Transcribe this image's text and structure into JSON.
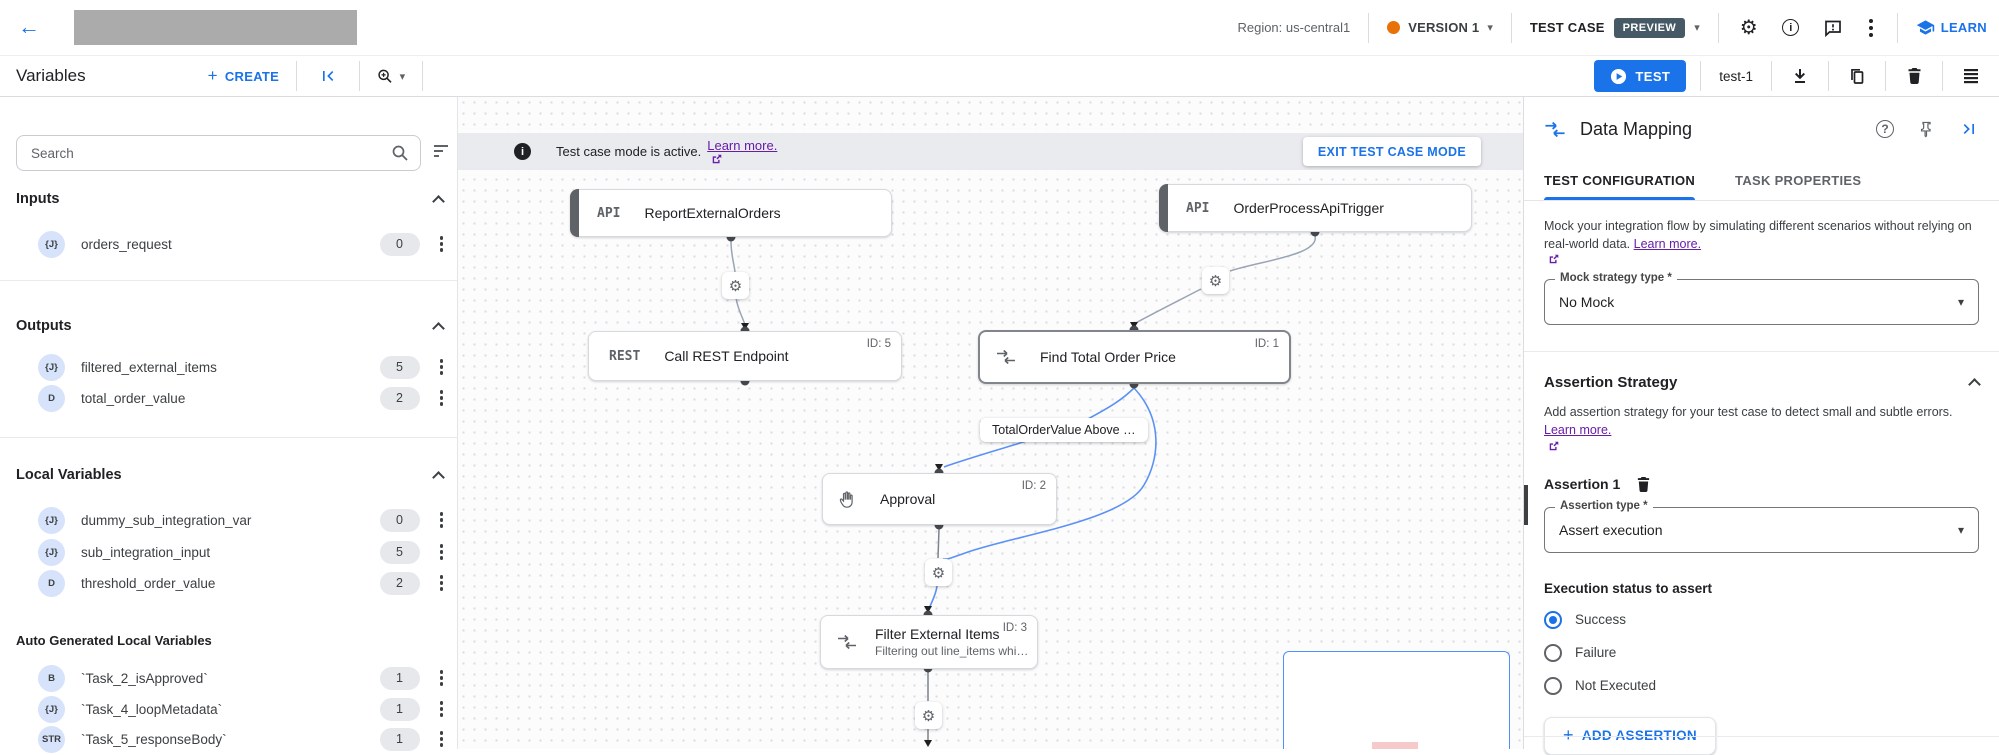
{
  "topbar": {
    "region": "Region: us-central1",
    "version": "VERSION 1",
    "test_case": "TEST CASE",
    "preview": "PREVIEW",
    "learn": "LEARN"
  },
  "toolbar": {
    "title": "Variables",
    "create": "CREATE",
    "test": "TEST",
    "test_name": "test-1"
  },
  "sidebar": {
    "search_placeholder": "Search",
    "sections": [
      {
        "title": "Inputs",
        "items": [
          {
            "type": "{J}",
            "name": "orders_request",
            "count": "0"
          }
        ]
      },
      {
        "title": "Outputs",
        "items": [
          {
            "type": "{J}",
            "name": "filtered_external_items",
            "count": "5"
          },
          {
            "type": "D",
            "name": "total_order_value",
            "count": "2"
          }
        ]
      },
      {
        "title": "Local Variables",
        "items": [
          {
            "type": "{J}",
            "name": "dummy_sub_integration_var",
            "count": "0"
          },
          {
            "type": "{J}",
            "name": "sub_integration_input",
            "count": "5"
          },
          {
            "type": "D",
            "name": "threshold_order_value",
            "count": "2"
          }
        ]
      },
      {
        "title": "Auto Generated Local Variables",
        "items": [
          {
            "type": "B",
            "name": "`Task_2_isApproved`",
            "count": "1"
          },
          {
            "type": "{J}",
            "name": "`Task_4_loopMetadata`",
            "count": "1"
          },
          {
            "type": "STR",
            "name": "`Task_5_responseBody`",
            "count": "1"
          }
        ]
      }
    ]
  },
  "canvas": {
    "banner": {
      "text": "Test case mode is active.",
      "link": "Learn more.",
      "exit_button": "EXIT TEST CASE MODE"
    },
    "nodes": {
      "report": {
        "tag": "API",
        "title": "ReportExternalOrders"
      },
      "trigger": {
        "tag": "API",
        "title": "OrderProcessApiTrigger"
      },
      "rest": {
        "tag": "REST",
        "title": "Call REST Endpoint",
        "id": "ID: 5"
      },
      "find_total": {
        "title": "Find Total Order Price",
        "id": "ID: 1"
      },
      "approval": {
        "title": "Approval",
        "id": "ID: 2"
      },
      "filter": {
        "title": "Filter External Items",
        "id": "ID: 3",
        "subtitle": "Filtering out line_items whi…"
      }
    },
    "edge_label": "TotalOrderValue Above …"
  },
  "panel": {
    "title": "Data Mapping",
    "tabs": [
      "TEST CONFIGURATION",
      "TASK PROPERTIES"
    ],
    "mock_desc": "Mock your integration flow by simulating different scenarios without relying on real-world data.",
    "learn_more": "Learn more.",
    "mock_field_label": "Mock strategy type *",
    "mock_field_value": "No Mock",
    "assertion_heading": "Assertion Strategy",
    "assertion_desc": "Add assertion strategy for your test case to detect small and subtle errors.",
    "learn_more2": "Learn more.",
    "assertion_item": "Assertion 1",
    "assertion_type_label": "Assertion type *",
    "assertion_type_value": "Assert execution",
    "exec_status_label": "Execution status to assert",
    "radios": [
      "Success",
      "Failure",
      "Not Executed"
    ],
    "add_assertion": "ADD ASSERTION"
  },
  "icons": {
    "gear": "⚙",
    "caret_down": "▾",
    "back_arrow": "←",
    "plus": "+",
    "info_glyph": "i",
    "help_glyph": "?"
  },
  "colors": {
    "accent_blue": "#1a73e8",
    "link_purple": "#681da8",
    "version_orange": "#e8710a",
    "preview_badge": "#455a64",
    "edge_blue": "#5b91f5",
    "edge_gray": "#9aa4b5"
  }
}
